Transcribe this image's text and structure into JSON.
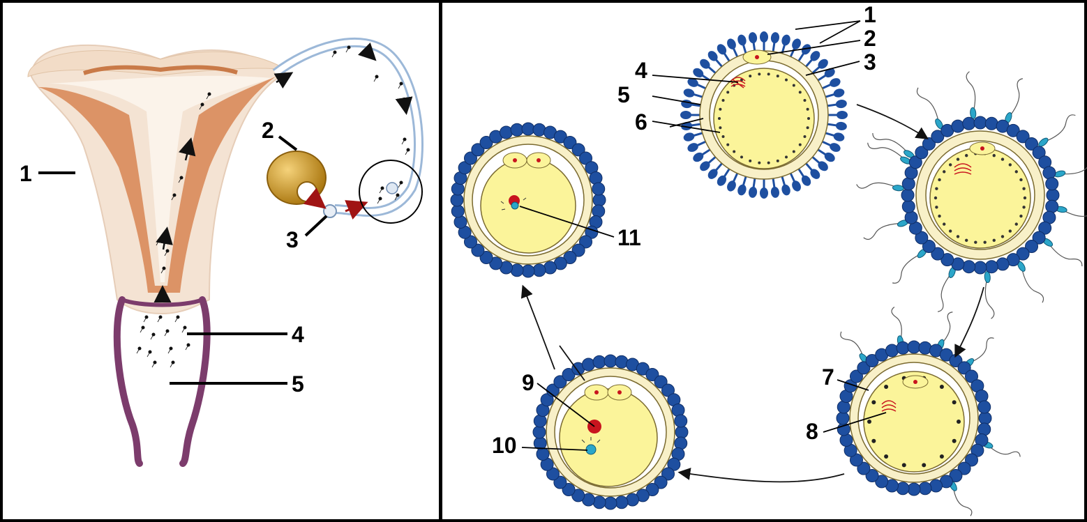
{
  "left_diagram": {
    "labels": [
      "1",
      "2",
      "3",
      "4",
      "5"
    ]
  },
  "right_diagram": {
    "labels": [
      "1",
      "2",
      "3",
      "4",
      "5",
      "6",
      "7",
      "8",
      "9",
      "10",
      "11"
    ]
  },
  "colors": {
    "uterus_wall": "#f4e3d3",
    "endometrium": "#d98a5a",
    "tube": "#9cb8d8",
    "ovary": "#c8961e",
    "cervix": "#7c3c6c",
    "egg_yolk": "#fbf49a",
    "zona": "#f8f0c8",
    "corona": "#1e4fa0",
    "sperm_head": "#2ba6c9",
    "pronucleus_red": "#c8141e",
    "arrow_red": "#a01414"
  }
}
